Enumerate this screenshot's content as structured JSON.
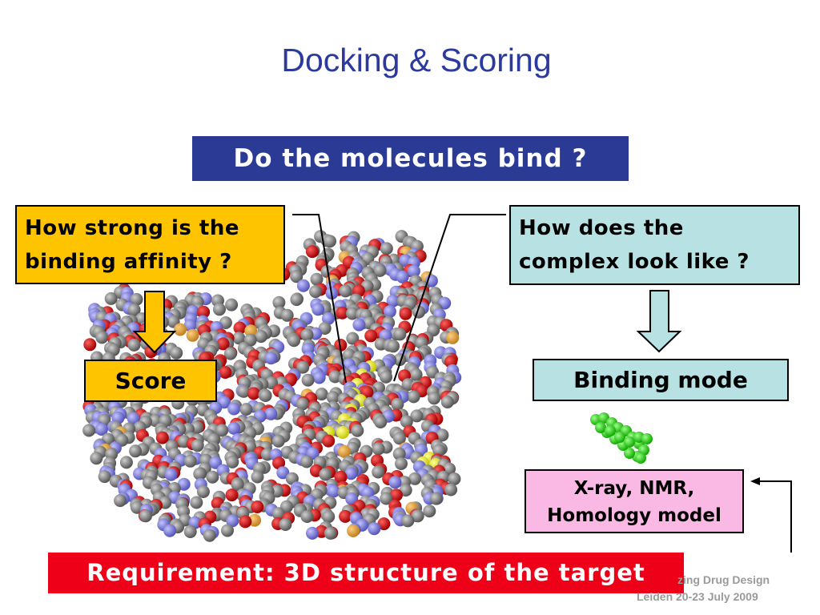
{
  "slide": {
    "title": "Docking & Scoring",
    "question": "Do the molecules bind ?",
    "left_question": "How strong is the binding affinity ?",
    "right_question": "How does the complex look like ?",
    "score_label": "Score",
    "binding_mode_label": "Binding mode",
    "methods": [
      "X-ray, NMR,",
      "Homology model"
    ],
    "requirement": "Requirement: 3D structure of the target",
    "footer": {
      "line1": "zing Drug Design",
      "line2": "Leiden 20-23 July 2009"
    }
  },
  "colors": {
    "title": "#2b3a9c",
    "question_bg": "#2b3a94",
    "left_box_bg": "#ffc400",
    "right_box_bg": "#b7e1e3",
    "method_box_bg": "#f9b9e4",
    "requirement_bg": "#ee0018",
    "ligand": "#22dd11"
  },
  "images": {
    "protein": "protein-structure-spacefill",
    "ligand": "ligand-molecule"
  }
}
